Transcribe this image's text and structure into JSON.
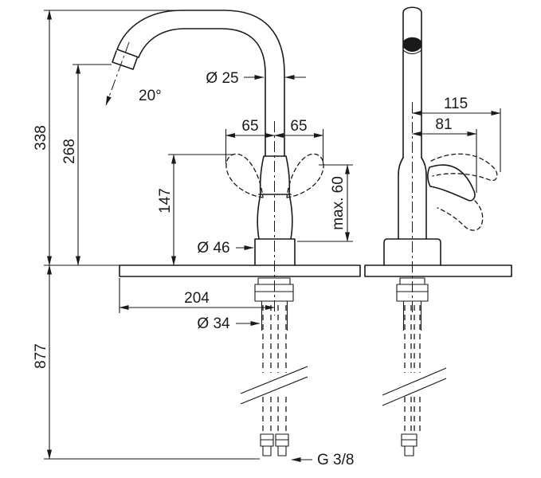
{
  "drawing": {
    "front": {
      "total_height": "338",
      "spout_outlet_height": "268",
      "handle_top_height": "147",
      "hose_length_below": "877",
      "spout_reach": "204",
      "spout_tube_diameter": "Ø 25",
      "spout_end_angle": "20°",
      "handle_swing_left": "65",
      "handle_swing_right": "65",
      "handle_clearance": "max. 60",
      "base_diameter": "Ø 46",
      "tap_hole_diameter": "Ø 34",
      "connection_thread": "G 3/8"
    },
    "side": {
      "handle_projection": "115",
      "handle_grip_projection": "81"
    },
    "colors": {
      "line": "#1a1a1a",
      "background": "#ffffff"
    }
  }
}
